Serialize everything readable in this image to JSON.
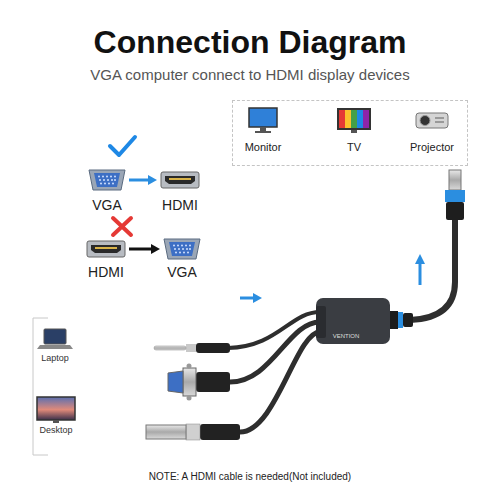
{
  "diagram": {
    "title": "Connection Diagram",
    "nodes": [
      {
        "text": [
          "Monitor",
          "TV",
          "Projector"
        ]
      },
      {
        "text": [
          "VGA"
        ]
      },
      {
        "text": [
          "HDMI"
        ]
      },
      {
        "text": [
          "HDMI"
        ]
      },
      {
        "text": [
          "VGA"
        ]
      }
    ],
    "edges": [
      {
        "from": 1,
        "to": 2,
        "arrow": "to"
      },
      {
        "from": 3,
        "to": 4,
        "arrow": "to"
      }
    ],
    "labels": [
      "VGA computer connect to HDMI display devices",
      "Laptop",
      "Desktop",
      "VENTION",
      "NOTE: A HDMI cable is needed(Not included)"
    ]
  }
}
